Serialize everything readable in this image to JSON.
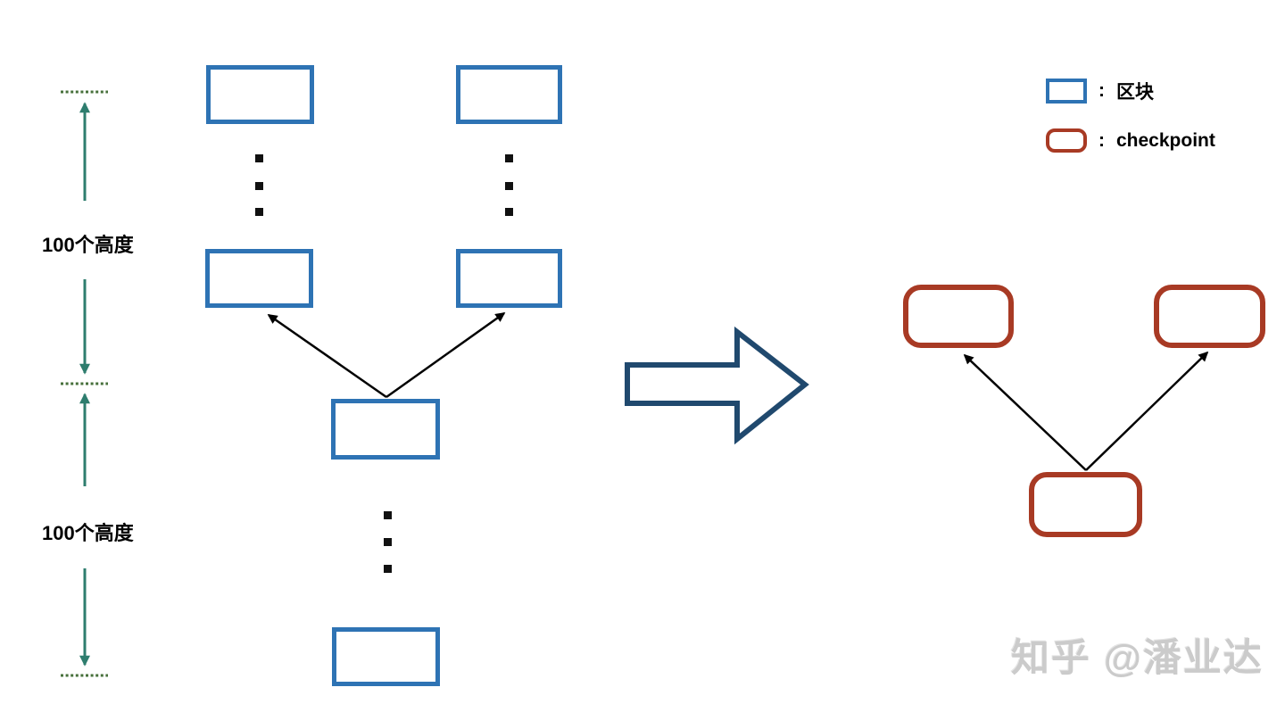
{
  "legend": {
    "rows": [
      {
        "symbol": "block-swatch",
        "separator": ":",
        "label": "区块"
      },
      {
        "symbol": "checkpoint-swatch",
        "separator": ":",
        "label": "checkpoint"
      }
    ]
  },
  "measurements": {
    "upper_label": "100个高度",
    "lower_label": "100个高度"
  },
  "watermark": "知乎 @潘业达",
  "colors": {
    "block_border": "#2e73b4",
    "checkpoint_border": "#a83a24",
    "big_arrow_outline": "#20496e",
    "measure_arrow": "#2e7d6e",
    "dotted_line": "#47703b",
    "fork_arrow": "#000000",
    "ellipsis_dot": "#111111",
    "watermark_text": "#cbcbcb"
  },
  "diagram": {
    "left_group": {
      "block_count": 6,
      "ellipsis_columns": 3,
      "fork_arrows": 2
    },
    "right_group": {
      "checkpoint_count": 3,
      "fork_arrows": 2
    },
    "measurement_segments": 2
  }
}
